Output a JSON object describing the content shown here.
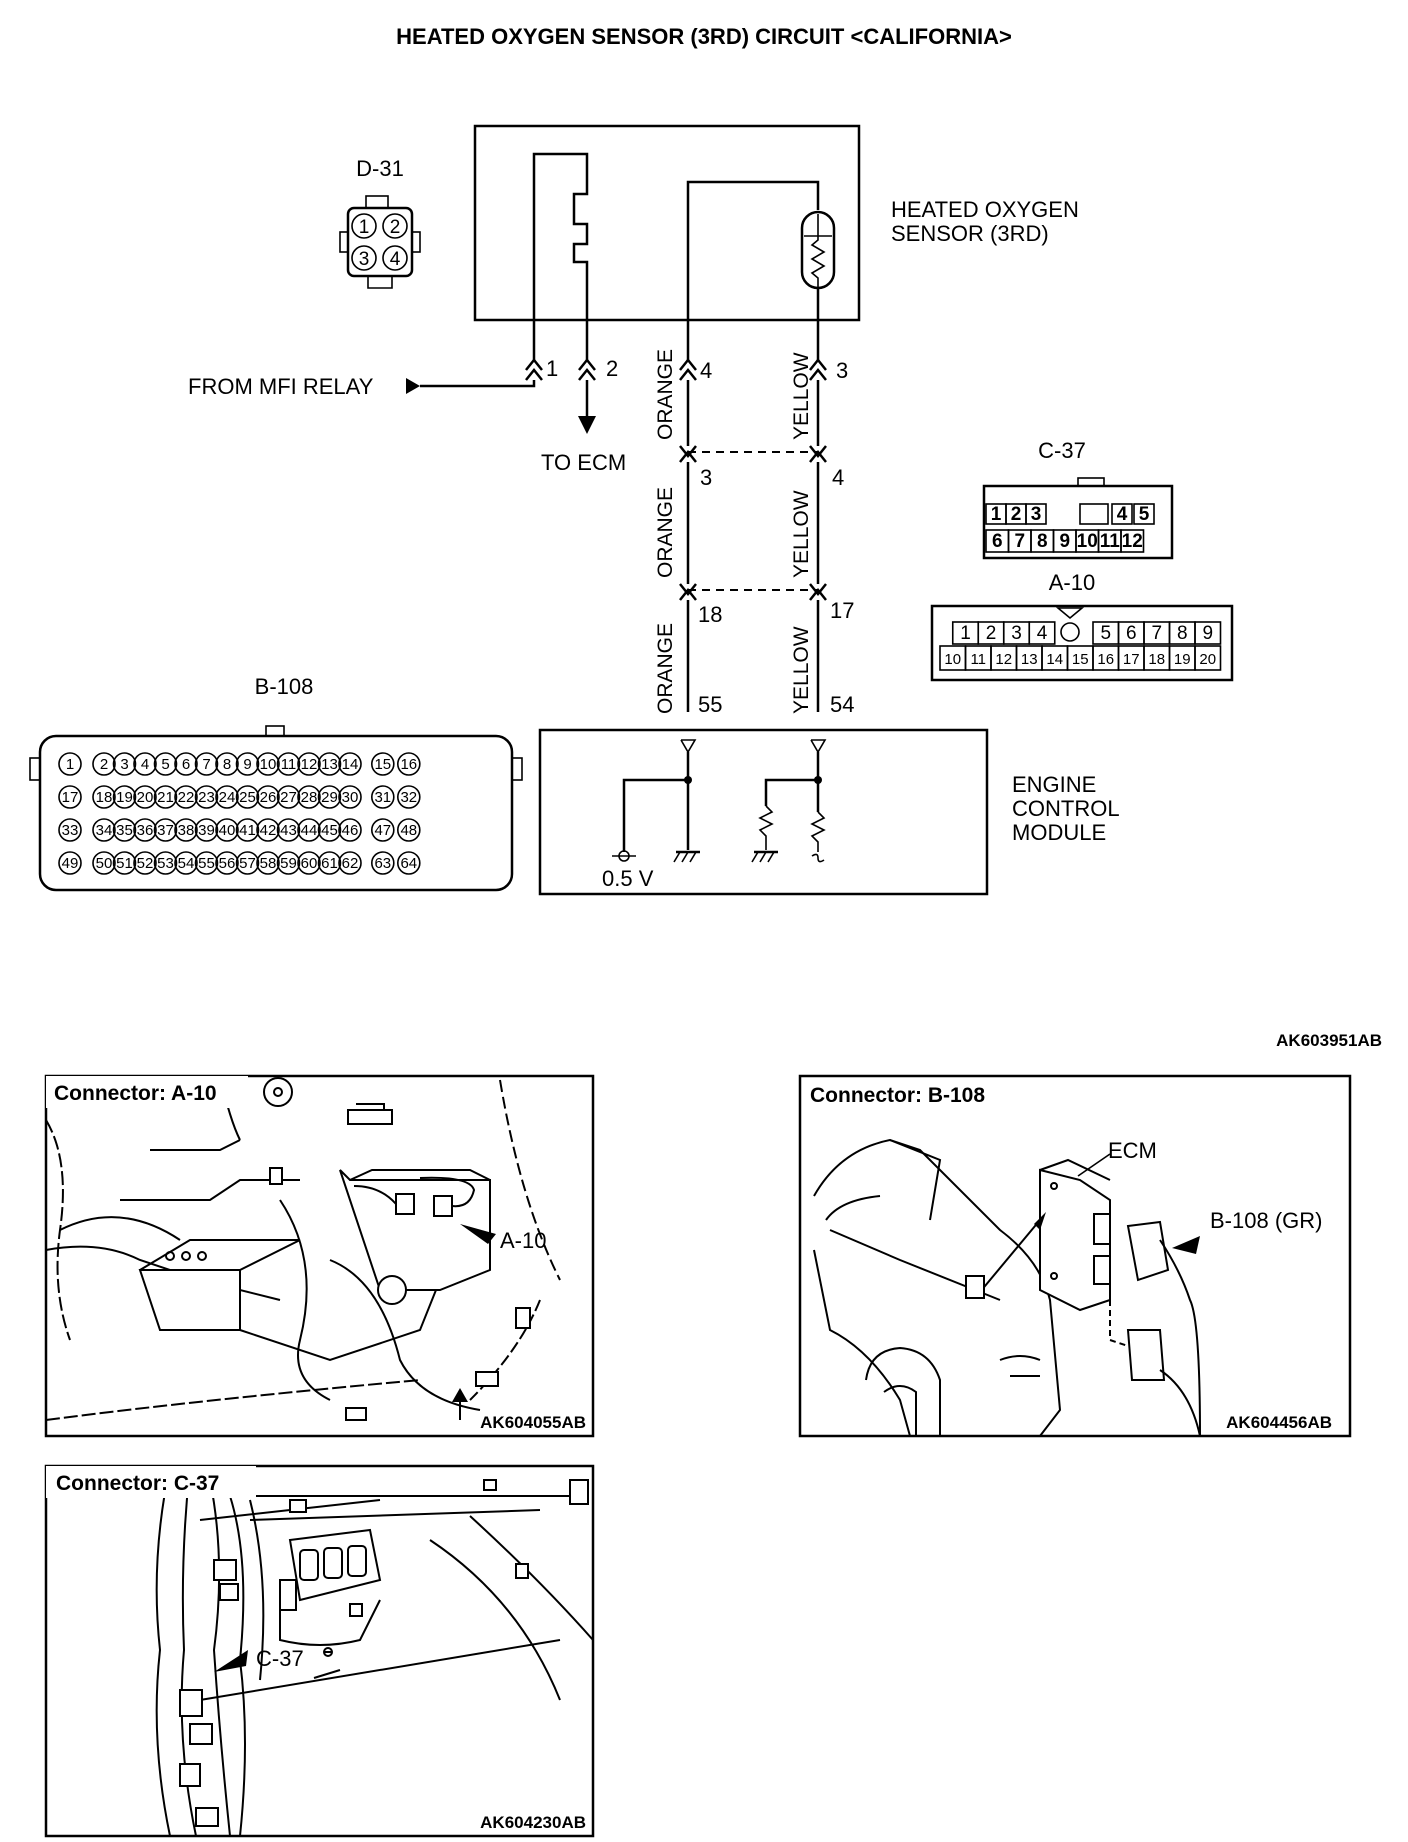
{
  "title": "HEATED OXYGEN SENSOR (3RD) CIRCUIT <CALIFORNIA>",
  "sensor_label": [
    "HEATED OXYGEN",
    "SENSOR (3RD)"
  ],
  "sensor_connector": {
    "name": "D-31",
    "pins": [
      "1",
      "2",
      "3",
      "4"
    ]
  },
  "relay_label": "FROM MFI RELAY",
  "ecm_arrow_label": "TO ECM",
  "ecm_label": [
    "ENGINE",
    "CONTROL",
    "MODULE"
  ],
  "voltage_label": "0.5 V",
  "wires": {
    "orange": {
      "color": "ORANGE",
      "pins": [
        "4",
        "3",
        "18",
        "55"
      ]
    },
    "yellow": {
      "color": "YELLOW",
      "pins": [
        "3",
        "4",
        "17",
        "54"
      ]
    },
    "relay_pins": [
      "1",
      "2"
    ]
  },
  "connector_c37": {
    "name": "C-37",
    "row1": [
      "1",
      "2",
      "3",
      "",
      "4",
      "5"
    ],
    "row2": [
      "6",
      "7",
      "8",
      "9",
      "10",
      "11",
      "12"
    ]
  },
  "connector_a10": {
    "name": "A-10",
    "row1": [
      "1",
      "2",
      "3",
      "4",
      "",
      "5",
      "6",
      "7",
      "8",
      "9"
    ],
    "row2": [
      "10",
      "11",
      "12",
      "13",
      "14",
      "15",
      "16",
      "17",
      "18",
      "19",
      "20"
    ]
  },
  "connector_b108": {
    "name": "B-108"
  },
  "diagram_code": "AK603951AB",
  "panels": {
    "a10": {
      "title": "Connector: A-10",
      "callout": "A-10",
      "code": "AK604055AB"
    },
    "b108": {
      "title": "Connector: B-108",
      "ecm": "ECM",
      "callout": "B-108 (GR)",
      "code": "AK604456AB"
    },
    "c37": {
      "title": "Connector: C-37",
      "callout": "C-37",
      "code": "AK604230AB"
    }
  }
}
